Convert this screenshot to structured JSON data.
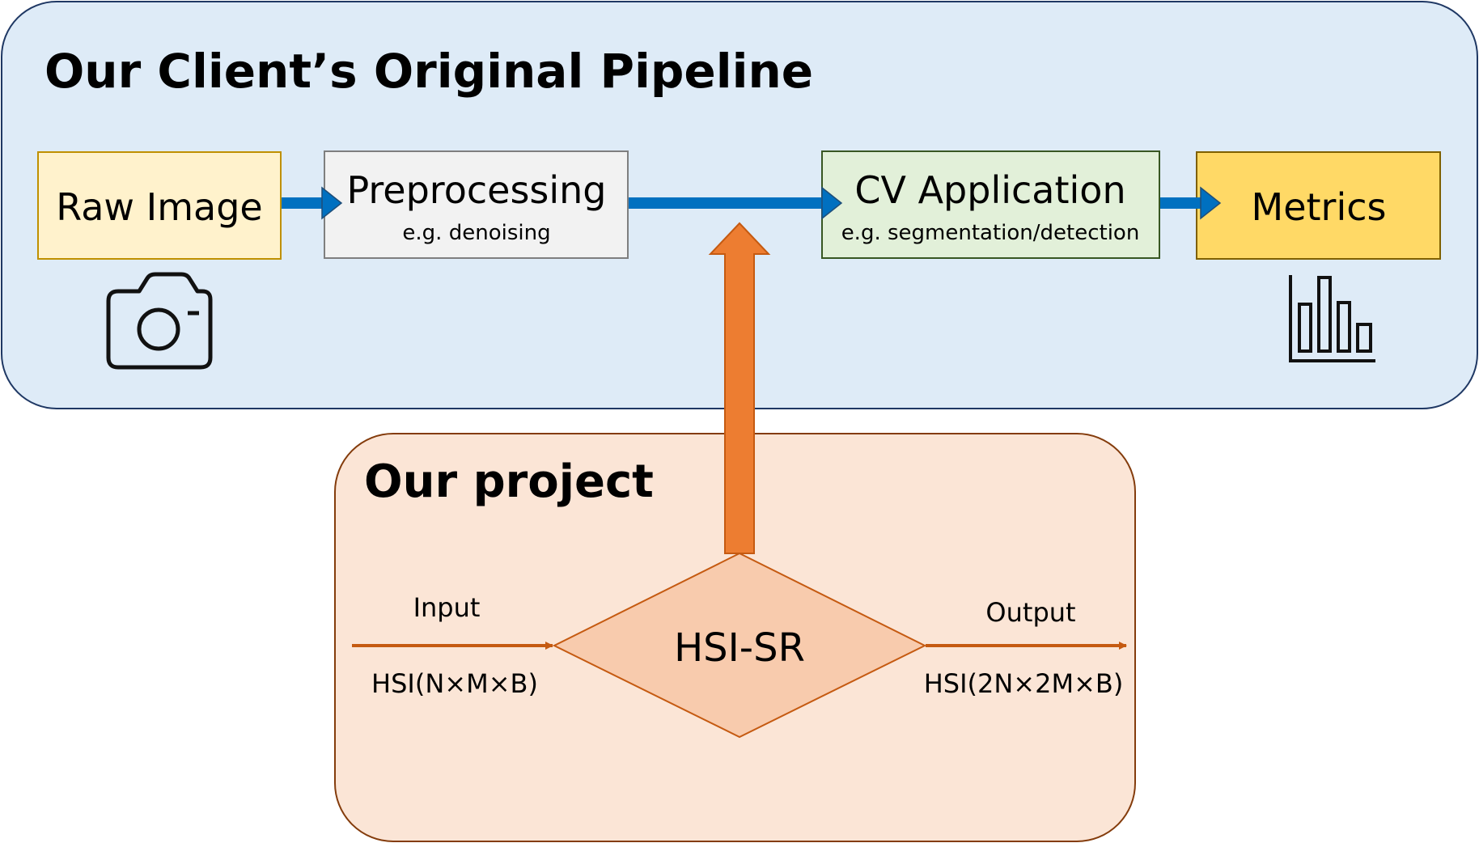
{
  "pipeline": {
    "title": "Our Client’s Original Pipeline",
    "steps": [
      {
        "label": "Raw Image",
        "sublabel": "",
        "fill": "#FFF2CC"
      },
      {
        "label": "Preprocessing",
        "sublabel": "e.g. denoising",
        "fill": "#F2F2F2"
      },
      {
        "label": "CV Application",
        "sublabel": "e.g. segmentation/detection",
        "fill": "#E2F0D9"
      },
      {
        "label": "Metrics",
        "sublabel": "",
        "fill": "#FFD966"
      }
    ],
    "background": "#DEEBF7",
    "arrow_color": "#0070C0"
  },
  "project": {
    "title": "Our project",
    "background": "#FBE5D6",
    "node": "HSI-SR",
    "node_fill": "#F8CBAD",
    "input_label": "Input",
    "input_shape": "HSI(N×M×B)",
    "output_label": "Output",
    "output_shape": "HSI(2N×2M×B)",
    "arrow_color": "#ED7D31"
  },
  "icons": [
    "camera-icon",
    "bar-chart-icon"
  ]
}
